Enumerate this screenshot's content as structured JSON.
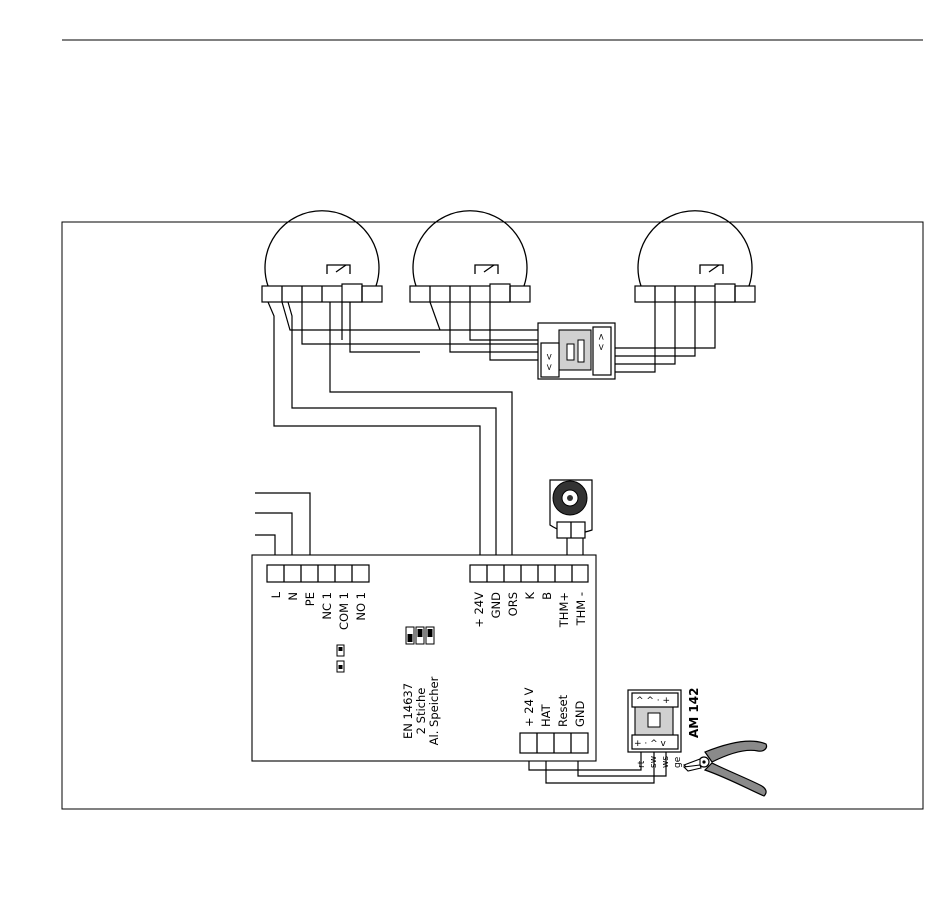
{
  "left_terminals": [
    "L",
    "N",
    "PE",
    "NC 1",
    "COM 1",
    "NO 1"
  ],
  "right_terminals": [
    "+ 24V",
    "GND",
    "ORS",
    "K",
    "B",
    "THM+",
    "THM -"
  ],
  "bottom_terminals": [
    "+ 24 V",
    "HAT",
    "Reset",
    "GND"
  ],
  "standard_note": [
    "EN 14637",
    "2 Stiche",
    "Al. Speicher"
  ],
  "module": {
    "name": "AM 142",
    "wire_labels": [
      "rt",
      "sw",
      "ws",
      "ge"
    ]
  }
}
